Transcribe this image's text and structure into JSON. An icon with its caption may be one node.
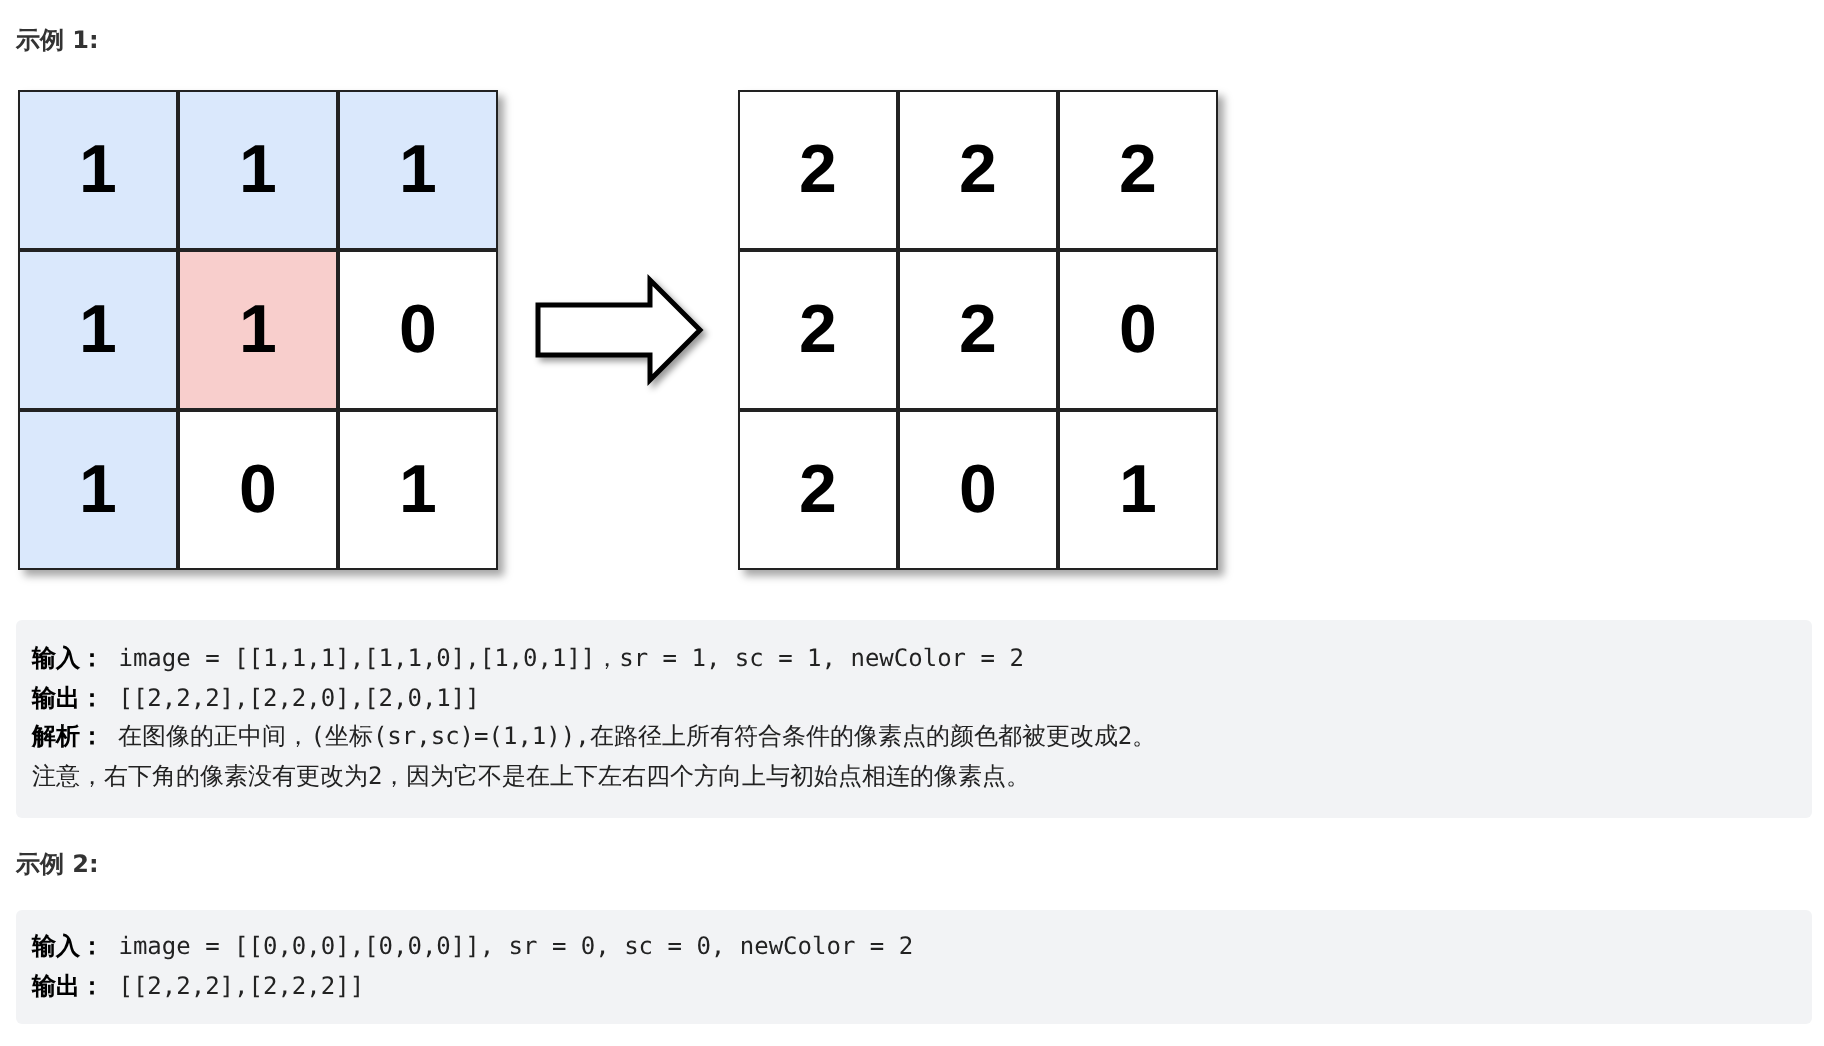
{
  "diagram": {
    "nodes": [
      {
        "text": [],
        "shape": "box"
      },
      {
        "text": [
          "1"
        ],
        "in": 0
      },
      {
        "text": [
          "1"
        ],
        "in": 0
      },
      {
        "text": [
          "1"
        ],
        "in": 0
      },
      {
        "text": [
          "1"
        ],
        "in": 0
      },
      {
        "text": [
          "1"
        ],
        "in": 0
      },
      {
        "text": [
          "0"
        ],
        "in": 0
      },
      {
        "text": [
          "1"
        ],
        "in": 0
      },
      {
        "text": [
          "0"
        ],
        "in": 0
      },
      {
        "text": [
          "1"
        ],
        "in": 0
      },
      {
        "text": [],
        "shape": "box"
      },
      {
        "text": [
          "2"
        ],
        "in": 10
      },
      {
        "text": [
          "2"
        ],
        "in": 10
      },
      {
        "text": [
          "2"
        ],
        "in": 10
      },
      {
        "text": [
          "2"
        ],
        "in": 10
      },
      {
        "text": [
          "2"
        ],
        "in": 10
      },
      {
        "text": [
          "0"
        ],
        "in": 10
      },
      {
        "text": [
          "2"
        ],
        "in": 10
      },
      {
        "text": [
          "0"
        ],
        "in": 10
      },
      {
        "text": [
          "1"
        ],
        "in": 10
      }
    ],
    "edges": [
      {
        "from": 0,
        "to": 10,
        "arrow": "to"
      }
    ],
    "labels": [
      "示例 1:",
      "**输入：** image = [[1,1,1],[1,1,0],[1,0,1]]，sr = 1, sc = 1, newColor = 2",
      "**输出：** [[2,2,2],[2,2,0],[2,0,1]]",
      "**解析：** 在图像的正中间，(坐标(sr,sc)=(1,1)),在路径上所有符合条件的像素点的颜色都被更改成2。",
      "注意，右下角的像素没有更改为2，因为它不是在上下左右四个方向上与初始点相连的像素点。",
      "示例 2:",
      "**输入：** image = [[0,0,0],[0,0,0]], sr = 0, sc = 0, newColor = 2",
      "**输出：** [[2,2,2],[2,2,2]]"
    ]
  }
}
